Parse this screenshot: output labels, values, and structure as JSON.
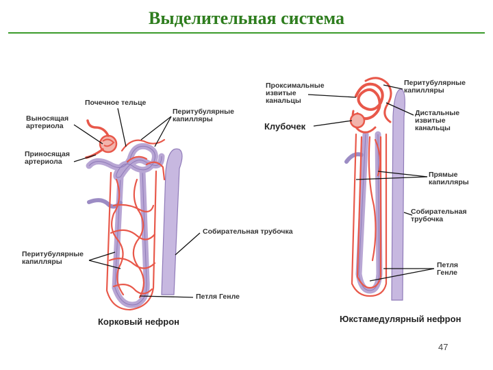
{
  "slide": {
    "title": "Выделительная система",
    "page_number": "47"
  },
  "colors": {
    "title": "#2e7d1e",
    "rule": "#3a9a2a",
    "vessel": "#e8584a",
    "tubule": "#b8a6d4",
    "tubule_edge": "#8f7ab8",
    "leader": "#111111"
  },
  "left": {
    "caption": "Корковый нефрон",
    "labels": {
      "renal_corpuscle": "Почечное тельце",
      "efferent": "Выносящая\nартериола",
      "afferent": "Приносящая\nартериола",
      "peritubular_top": "Перитубулярные\nкапилляры",
      "collecting_duct": "Собирательная трубочка",
      "peritubular_bottom": "Перитубулярные\nкапилляры",
      "loop": "Петля Генле"
    }
  },
  "right": {
    "caption": "Юкстамедулярный нефрон",
    "labels": {
      "proximal": "Проксимальные\nизвитые\nканальцы",
      "glomerulus": "Клубочек",
      "peritubular": "Перитубулярные\nкапилляры",
      "distal": "Дистальные\nизвитые\nканальцы",
      "straight": "Прямые\nкапилляры",
      "collecting": "Собирательная\nтрубочка",
      "loop": "Петля\nГенле"
    }
  }
}
